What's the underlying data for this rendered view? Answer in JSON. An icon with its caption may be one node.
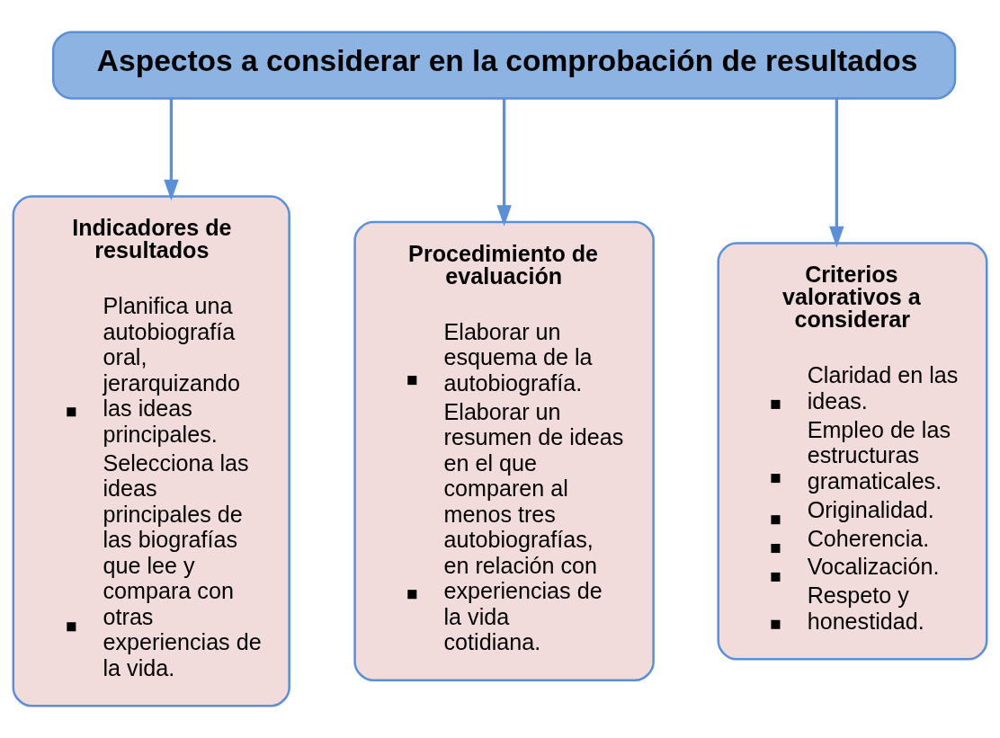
{
  "diagram": {
    "nodes": [
      {
        "text": [
          "Aspectos a considerar en la comprobación de resultados"
        ]
      },
      {
        "text": [
          "Indicadores de resultados",
          "Planifica una autobiografía oral, jerarquizando las ideas principales.",
          "Selecciona las ideas principales de las biografías que lee y compara con otras experiencias de la vida."
        ]
      },
      {
        "text": [
          "Procedimiento de evaluación",
          "Elaborar un esquema de la autobiografía.",
          "Elaborar un resumen de ideas en el que comparen al menos tres autobiografías, en relación con experiencias de la vida cotidiana."
        ]
      },
      {
        "text": [
          "Criterios valorativos a considerar",
          "Claridad en las ideas.",
          "Empleo de las estructuras gramaticales.",
          "Originalidad.",
          "Coherencia.",
          "Vocalización.",
          "Respeto y honestidad."
        ]
      }
    ],
    "edges": [
      {
        "from": 0,
        "to": 1,
        "arrow": "to"
      },
      {
        "from": 0,
        "to": 2,
        "arrow": "to"
      },
      {
        "from": 0,
        "to": 3,
        "arrow": "to"
      }
    ]
  }
}
